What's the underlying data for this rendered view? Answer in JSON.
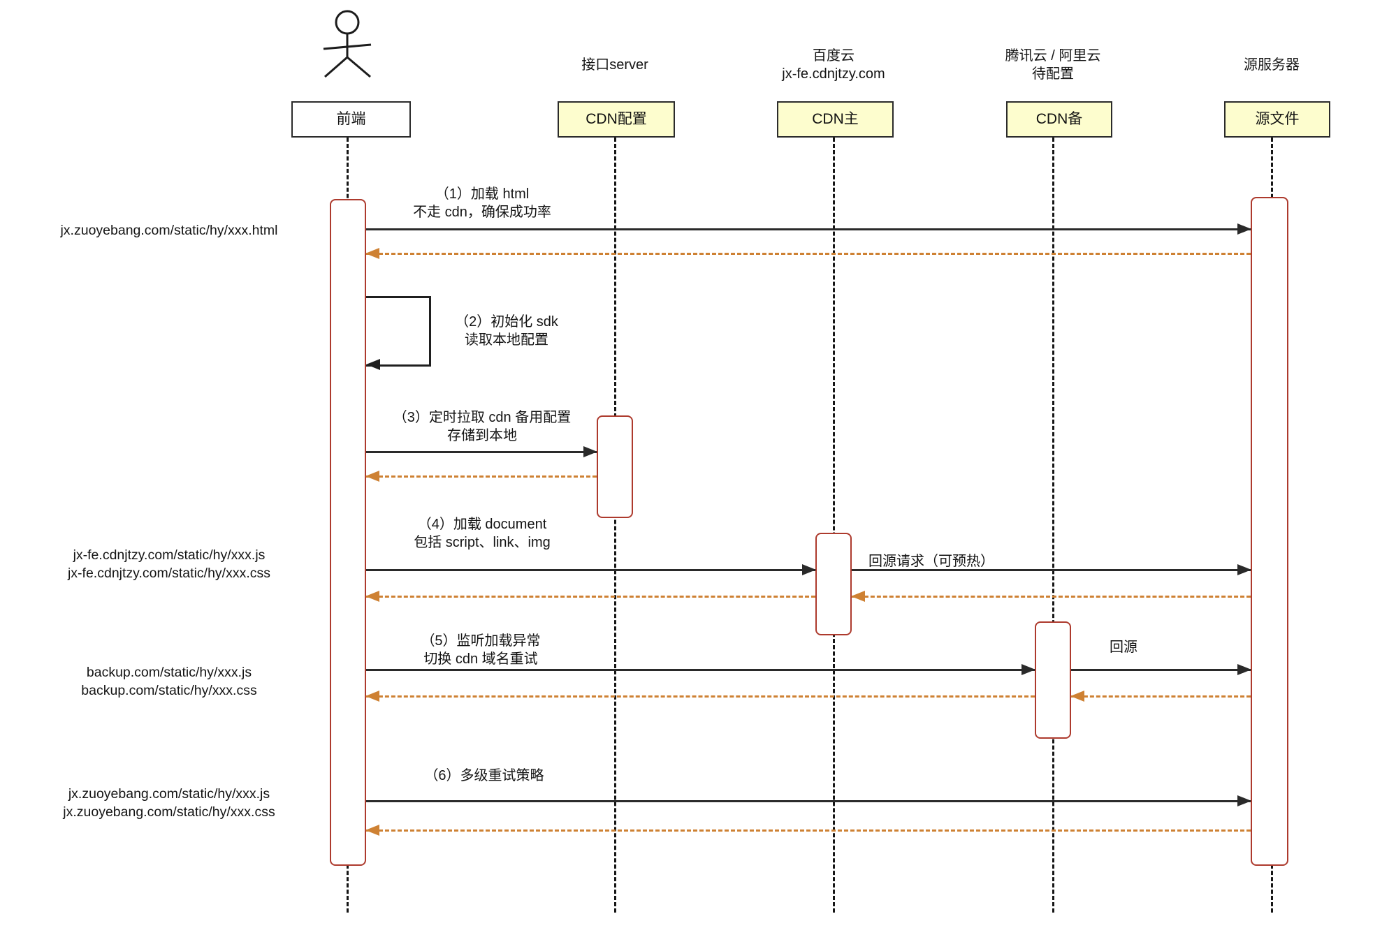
{
  "participants": [
    {
      "box": "前端"
    },
    {
      "header1": "接口server",
      "box": "CDN配置"
    },
    {
      "header1": "百度云",
      "header2": "jx-fe.cdnjtzy.com",
      "box": "CDN主"
    },
    {
      "header1": "腾讯云 / 阿里云",
      "header2": "待配置",
      "box": "CDN备"
    },
    {
      "header1": "源服务器",
      "box": "源文件"
    }
  ],
  "messages": {
    "m1": {
      "line1": "（1）加载 html",
      "line2": "不走 cdn，确保成功率",
      "side1": "jx.zuoyebang.com/static/hy/xxx.html"
    },
    "m2": {
      "line1": "（2）初始化 sdk",
      "line2": "读取本地配置"
    },
    "m3": {
      "line1": "（3）定时拉取 cdn 备用配置",
      "line2": "存储到本地"
    },
    "m4": {
      "line1": "（4）加载 document",
      "line2": "包括 script、link、img",
      "side1": "jx-fe.cdnjtzy.com/static/hy/xxx.js",
      "side2": "jx-fe.cdnjtzy.com/static/hy/xxx.css",
      "note": "回源请求（可预热）"
    },
    "m5": {
      "line1": "（5）监听加载异常",
      "line2": "切换 cdn 域名重试",
      "side1": "backup.com/static/hy/xxx.js",
      "side2": "backup.com/static/hy/xxx.css",
      "note": "回源"
    },
    "m6": {
      "line1": "（6）多级重试策略",
      "side1": "jx.zuoyebang.com/static/hy/xxx.js",
      "side2": "jx.zuoyebang.com/static/hy/xxx.css"
    }
  },
  "colors": {
    "solid_arrow": "#2a2a2a",
    "return_arrow": "#CE8133",
    "activation_border": "#AD3A2D",
    "participant_fill": "#FDFDCE",
    "participant_border": "#2b2b2b"
  }
}
